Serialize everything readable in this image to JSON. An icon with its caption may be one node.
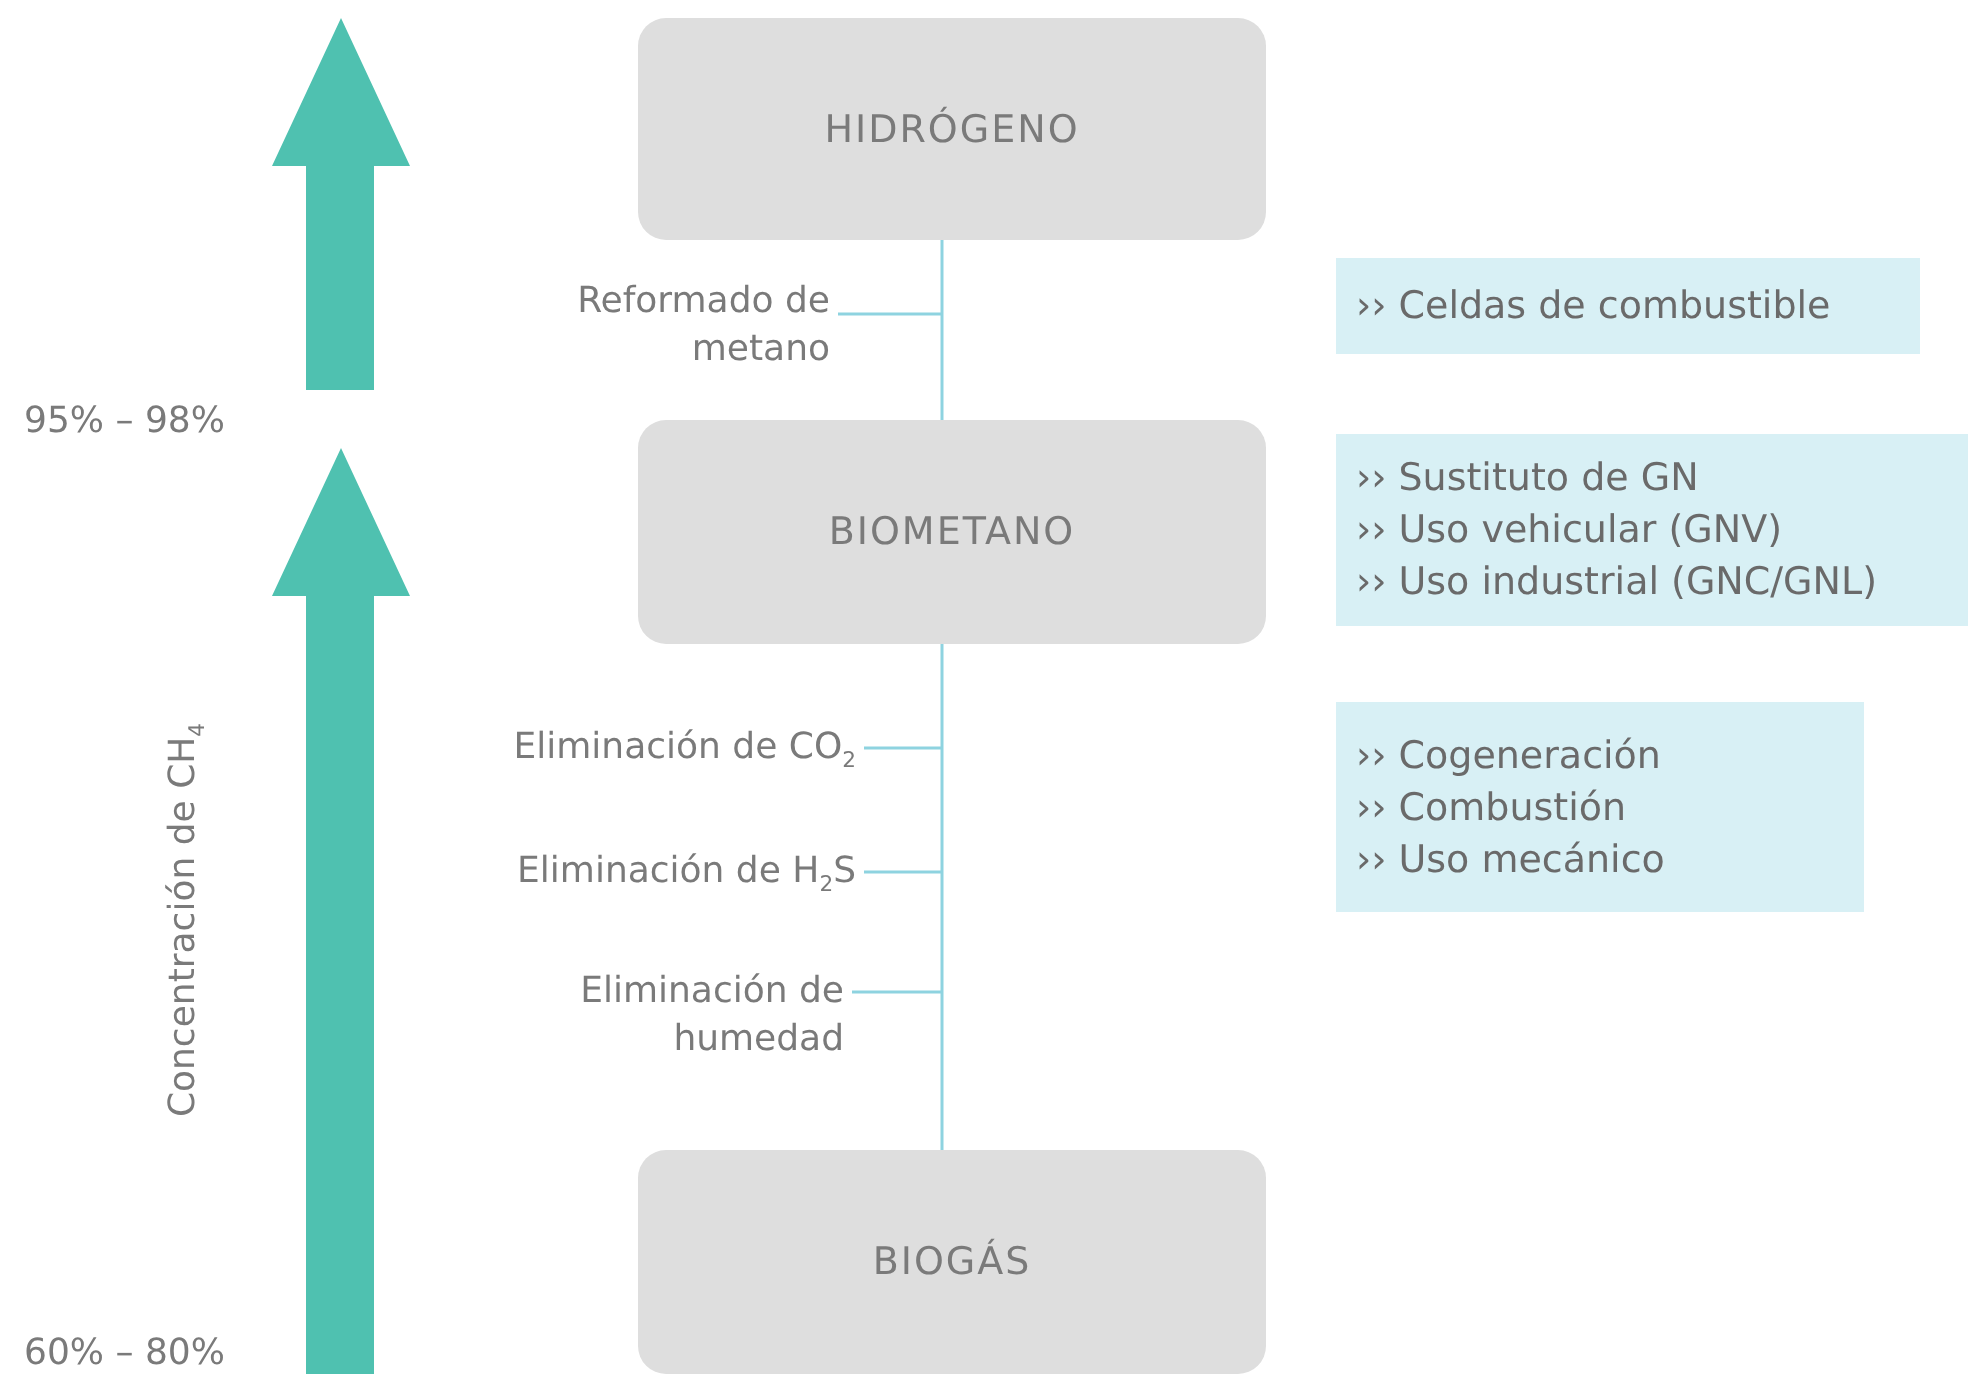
{
  "diagram": {
    "nodes": [
      {
        "text": [
          "HIDRÓGENO"
        ]
      },
      {
        "text": [
          "BIOMETANO"
        ]
      },
      {
        "text": [
          "BIOGÁS"
        ]
      },
      {
        "text": [
          "Reformado de metano"
        ]
      },
      {
        "text": [
          "Eliminación de CO$_{2}$"
        ]
      },
      {
        "text": [
          "Eliminación de H$_{2}$S"
        ]
      },
      {
        "text": [
          "Eliminación de humedad"
        ]
      },
      {
        "text": [
          "›› Celdas de combustible"
        ]
      },
      {
        "text": [
          "›› Sustituto de GN",
          "›› Uso vehicular (GNV)",
          "›› Uso industrial (GNC/GNL)"
        ]
      },
      {
        "text": [
          "›› Cogeneración",
          "›› Combustión",
          "›› Uso mecánico"
        ]
      }
    ],
    "edges": [
      {
        "from": 2,
        "to": 1,
        "arrow": "none"
      },
      {
        "from": 1,
        "to": 0,
        "arrow": "none"
      },
      {
        "from": 3,
        "to": null,
        "arrow": "none"
      },
      {
        "from": 4,
        "to": null,
        "arrow": "none"
      },
      {
        "from": 5,
        "to": null,
        "arrow": "none"
      },
      {
        "from": 6,
        "to": null,
        "arrow": "none"
      }
    ],
    "labels": [
      "95% – 98%",
      "Concentración de CH$_{4}$",
      "60% – 80%"
    ]
  }
}
